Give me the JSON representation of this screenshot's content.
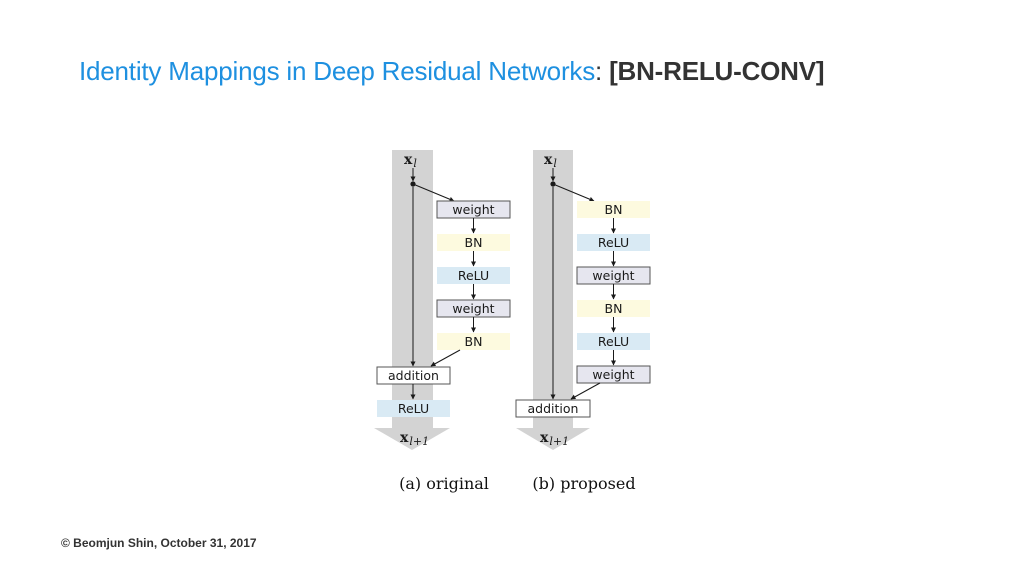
{
  "title": {
    "main": "Identity Mappings in Deep Residual Networks",
    "separator": ":",
    "accent": "[BN-RELU-CONV]"
  },
  "footer": "© Beomjun Shin, October 31, 2017",
  "colors": {
    "title_blue": "#1e90e0",
    "text_dark": "#333333",
    "weight_box": "#e6e6ef",
    "bn_box": "#fdfadf",
    "relu_box": "#d9eaf4",
    "shortcut": "#d3d3d3"
  },
  "diagram": {
    "original": {
      "caption": "(a) original",
      "input": {
        "symbol": "x",
        "subscript": "l"
      },
      "output": {
        "symbol": "x",
        "subscript": "l+1"
      },
      "branch": [
        "weight",
        "BN",
        "ReLU",
        "weight",
        "BN"
      ],
      "after": [
        "addition",
        "ReLU"
      ]
    },
    "proposed": {
      "caption": "(b) proposed",
      "input": {
        "symbol": "x",
        "subscript": "l"
      },
      "output": {
        "symbol": "x",
        "subscript": "l+1"
      },
      "branch": [
        "BN",
        "ReLU",
        "weight",
        "BN",
        "ReLU",
        "weight"
      ],
      "after": [
        "addition"
      ]
    }
  }
}
